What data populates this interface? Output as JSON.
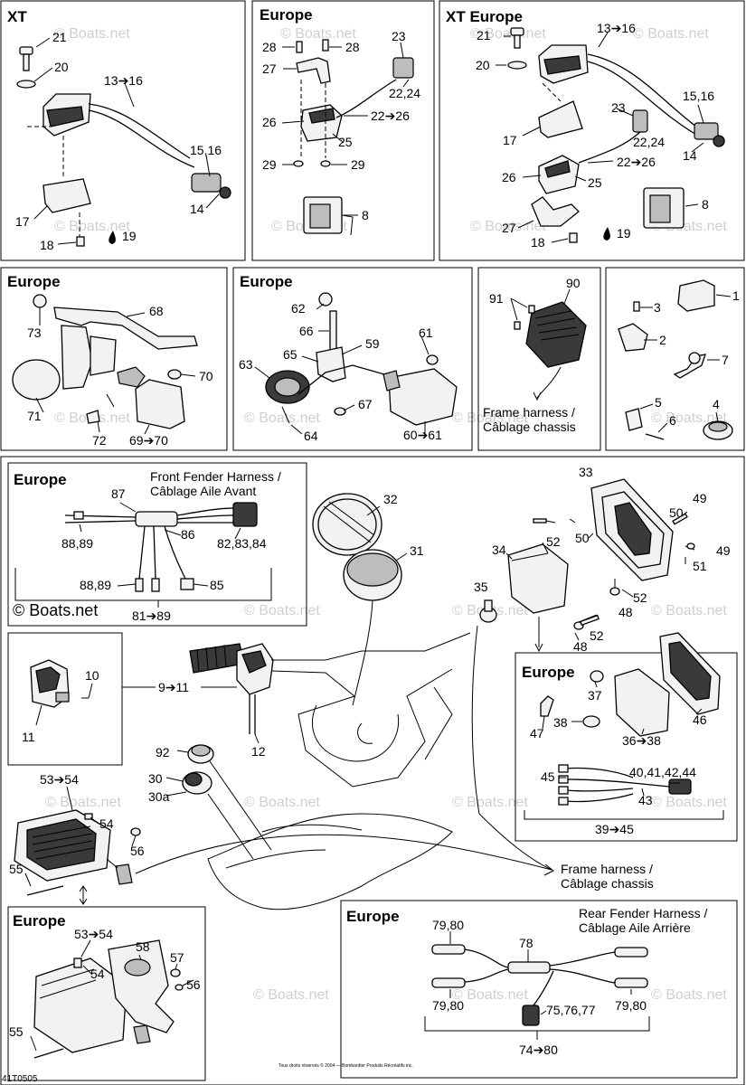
{
  "watermark": "© Boats.net",
  "doc_code": "41T0505",
  "copyright_small": "Tous droits réservés © 2004 — Bombardier Produits Récréatifs inc.",
  "panels": {
    "xt": {
      "title": "XT",
      "labels": [
        "21",
        "20",
        "13➔16",
        "15,16",
        "17",
        "14",
        "18",
        "19"
      ]
    },
    "europe_a": {
      "title": "Europe",
      "labels": [
        "28",
        "28",
        "23",
        "27",
        "22,24",
        "26",
        "22➔26",
        "25",
        "29",
        "29",
        "8"
      ]
    },
    "xt_europe": {
      "title": "XT Europe",
      "labels": [
        "21",
        "13➔16",
        "20",
        "15,16",
        "23",
        "22,24",
        "17",
        "26",
        "22➔26",
        "14",
        "25",
        "8",
        "27",
        "18",
        "19"
      ]
    },
    "europe_b": {
      "title": "Europe",
      "labels": [
        "68",
        "73",
        "70",
        "71",
        "72",
        "69➔70"
      ]
    },
    "europe_c": {
      "title": "Europe",
      "labels": [
        "62",
        "66",
        "61",
        "65",
        "59",
        "63",
        "67",
        "64",
        "60➔61"
      ]
    },
    "frame_small": {
      "labels": [
        "91",
        "90"
      ],
      "caption_en": "Frame harness /",
      "caption_fr": "Câblage chassis"
    },
    "hardware": {
      "labels": [
        "3",
        "1",
        "2",
        "7",
        "5",
        "4",
        "6"
      ]
    },
    "front_fender": {
      "title": "Europe",
      "caption_en": "Front Fender Harness /",
      "caption_fr": "Câblage Aile Avant",
      "labels": [
        "87",
        "86",
        "88,89",
        "82,83,84",
        "88,89",
        "85",
        "81➔89"
      ]
    },
    "switch": {
      "labels": [
        "10",
        "9➔11",
        "11",
        "12"
      ]
    },
    "headlight": {
      "labels": [
        "33",
        "32",
        "31",
        "49",
        "50",
        "52",
        "50",
        "34",
        "49",
        "51",
        "35",
        "52",
        "48",
        "52",
        "48"
      ]
    },
    "europe_head": {
      "title": "Europe",
      "labels": [
        "37",
        "47",
        "38",
        "46",
        "36➔38",
        "45",
        "40,41,42,44",
        "43",
        "39➔45"
      ]
    },
    "center": {
      "labels": [
        "92",
        "30",
        "30a"
      ]
    },
    "taillight": {
      "labels": [
        "53➔54",
        "54",
        "56",
        "55"
      ]
    },
    "frame_big": {
      "caption_en": "Frame harness /",
      "caption_fr": "Câblage chassis"
    },
    "europe_tail": {
      "title": "Europe",
      "labels": [
        "53➔54",
        "58",
        "57",
        "54",
        "56",
        "55"
      ]
    },
    "rear_fender": {
      "title": "Europe",
      "caption_en": "Rear Fender Harness /",
      "caption_fr": "Câblage Aile Arrière",
      "labels": [
        "79,80",
        "78",
        "79,80",
        "79,80",
        "75,76,77",
        "74➔80"
      ]
    }
  }
}
